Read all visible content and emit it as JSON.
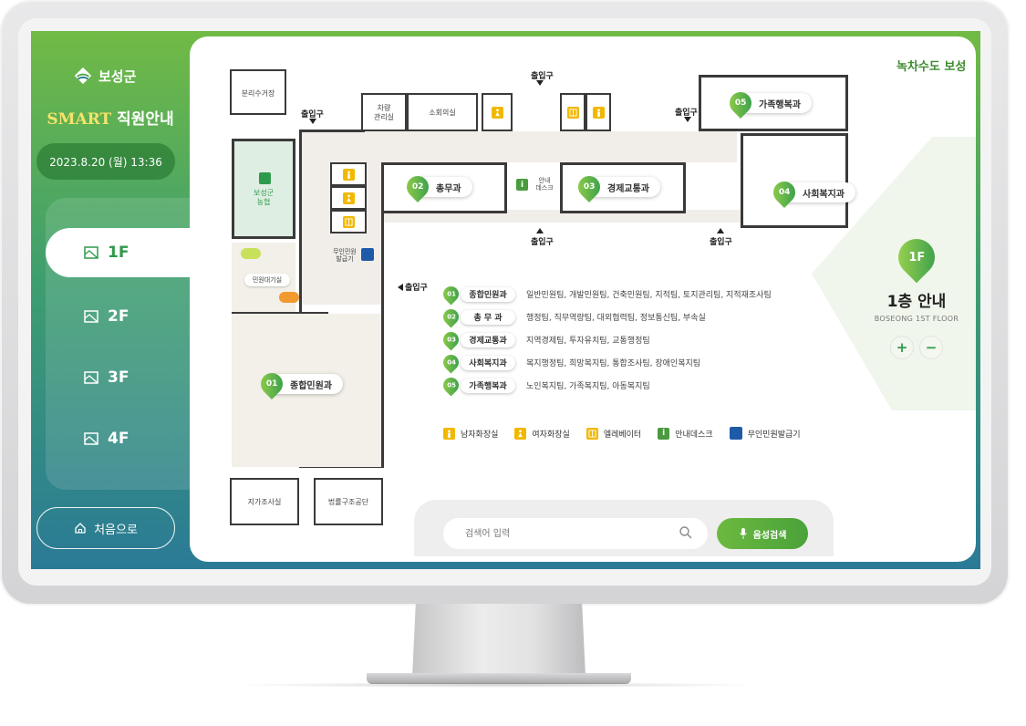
{
  "sidebar": {
    "logo_text": "보성군",
    "title_smart": "SMART",
    "title_rest": " 직원안내",
    "datetime": "2023.8.20 (월) 13:36",
    "floors": [
      {
        "label": "1F"
      },
      {
        "label": "2F"
      },
      {
        "label": "3F"
      },
      {
        "label": "4F"
      }
    ],
    "active_floor": "1F",
    "home_label": "처음으로"
  },
  "brand": {
    "logo_text": "녹차수도 보성"
  },
  "plan": {
    "rooms": {
      "recycle": "분리수거장",
      "vehicle": "차량\n관리실",
      "meeting": "소회의실",
      "nonghyup": "보성군\n농협",
      "info_desk": "안내\n데스크",
      "kiosk": "무인민원\n발급기",
      "waiting": "민원대기실",
      "land_survey": "지가조사실",
      "legal_center": "법률구조공단"
    },
    "entrance_label": "출입구",
    "departments": [
      {
        "num": "01",
        "name": "종합민원과"
      },
      {
        "num": "02",
        "name": "총무과"
      },
      {
        "num": "03",
        "name": "경제교통과"
      },
      {
        "num": "04",
        "name": "사회복지과"
      },
      {
        "num": "05",
        "name": "가족행복과"
      }
    ]
  },
  "legend": {
    "departments": [
      {
        "num": "01",
        "name": "종합민원과",
        "teams": "일반민원팀, 개발민원팀, 건축민원팀, 지적팀, 토지관리팀, 지적재조사팀"
      },
      {
        "num": "02",
        "name": "총 무 과",
        "teams": "행정팀, 직무역량팀, 대외협력팀, 정보통신팀, 부속실"
      },
      {
        "num": "03",
        "name": "경제교통과",
        "teams": "지역경제팀, 투자유치팀, 교통행정팀"
      },
      {
        "num": "04",
        "name": "사회복지과",
        "teams": "복지행정팀, 희망복지팀, 통합조사팀, 장애인복지팀"
      },
      {
        "num": "05",
        "name": "가족행복과",
        "teams": "노인복지팀, 가족복지팀, 아동복지팀"
      }
    ],
    "facilities": [
      {
        "icon": "male-restroom-icon",
        "label": "남자화장실"
      },
      {
        "icon": "female-restroom-icon",
        "label": "여자화장실"
      },
      {
        "icon": "elevator-icon",
        "label": "엘레베이터"
      },
      {
        "icon": "info-icon",
        "label": "안내데스크"
      },
      {
        "icon": "kiosk-icon",
        "label": "무인민원발급기"
      }
    ]
  },
  "search": {
    "placeholder": "검색어 입력",
    "voice_label": "음성검색"
  },
  "floor_info": {
    "badge": "1F",
    "title": "1층 안내",
    "subtitle": "BOSEONG 1ST FLOOR",
    "zoom_in": "+",
    "zoom_out": "−"
  },
  "colors": {
    "accent_green": "#2f9a4c",
    "gradient_top": "#71ba45",
    "gradient_bottom": "#2a7a96",
    "restroom_yellow": "#f2b800",
    "kiosk_blue": "#1e5aa8"
  }
}
